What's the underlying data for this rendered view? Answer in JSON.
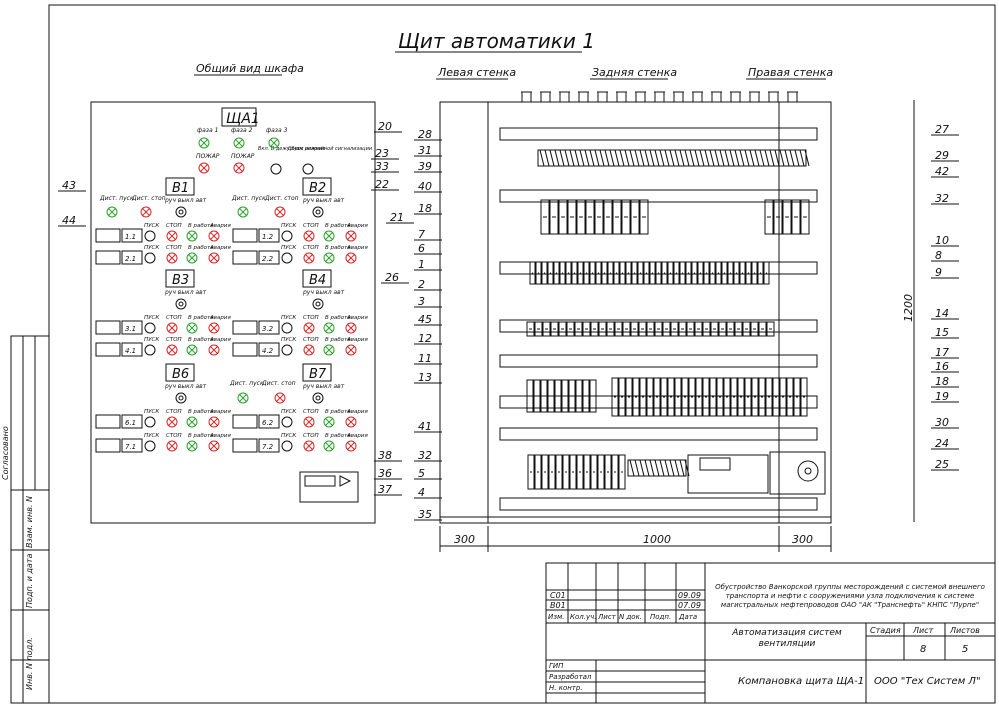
{
  "title": "Щит автоматики 1",
  "views": {
    "general": "Общий вид шкафа",
    "left": "Левая стенка",
    "back": "Задняя стенка",
    "right": "Правая стенка"
  },
  "front": {
    "panel_id": "ЩА1",
    "phases": [
      "фаза 1",
      "фаза 2",
      "фаза 3"
    ],
    "fire_left": "ПОЖАР",
    "fire_right": "ПОЖАР",
    "fire_off": "Вкл. В дежурном режиме",
    "alarm_reset": "Сброс аварийной сигнализации",
    "remote_start": "Дист. пуск",
    "remote_stop": "Дист. стоп",
    "manual_off_auto": "руч выкл авт",
    "group_labels": [
      "В1",
      "В2",
      "В3",
      "В4",
      "В6",
      "В7"
    ],
    "row_hdr": [
      "ПУСК",
      "СТОП",
      "В работе",
      "Авария"
    ],
    "unit_ids": [
      "1.1",
      "1.2",
      "2.1",
      "2.2",
      "3.1",
      "3.2",
      "4.1",
      "4.2",
      "6.1",
      "6.2",
      "7.1",
      "7.2"
    ]
  },
  "dims": {
    "left": "300",
    "middle": "1000",
    "right": "300",
    "height": "1200"
  },
  "callouts": [
    "20",
    "23",
    "33",
    "22",
    "43",
    "44",
    "21",
    "26",
    "38",
    "36",
    "37",
    "28",
    "31",
    "39",
    "40",
    "18",
    "7",
    "6",
    "1",
    "2",
    "3",
    "45",
    "12",
    "11",
    "13",
    "41",
    "32",
    "5",
    "4",
    "35",
    "27",
    "29",
    "42",
    "32",
    "10",
    "8",
    "9",
    "14",
    "15",
    "17",
    "16",
    "18",
    "19",
    "30",
    "24",
    "25"
  ],
  "stamp": {
    "rows": [
      {
        "code": "С01",
        "date": "09.09"
      },
      {
        "code": "В01",
        "date": "07.09"
      }
    ],
    "headers": [
      "Изм.",
      "Кол.уч.",
      "Лист",
      "N док.",
      "Подп.",
      "Дата"
    ],
    "project": "Обустройство Ванкорской группы месторождений с системой внешнего транспорта и нефти с сооружениями узла подключения к системе магистральных нефтепроводов ОАО \"АК \"Транснефть\" КНПС \"Пурпе\"",
    "section": "Автоматизация систем вентиляции",
    "stage_label": "Стадия",
    "sheet_label": "Лист",
    "sheets_label": "Листов",
    "sheet": "8",
    "sheets": "5",
    "roles": [
      "ГИП",
      "Разработал",
      "Н. контр."
    ],
    "drawing": "Компановка щита ЩА-1",
    "company": "ООО \"Тех Систем Л\""
  },
  "side": {
    "agreed": "Согласовано",
    "cols": [
      "Взам. инв. N",
      "Подп. и дата",
      "Инв. N подл."
    ]
  },
  "colors": {
    "line": "#111111",
    "green": "#2ca02c",
    "red": "#d62728"
  }
}
